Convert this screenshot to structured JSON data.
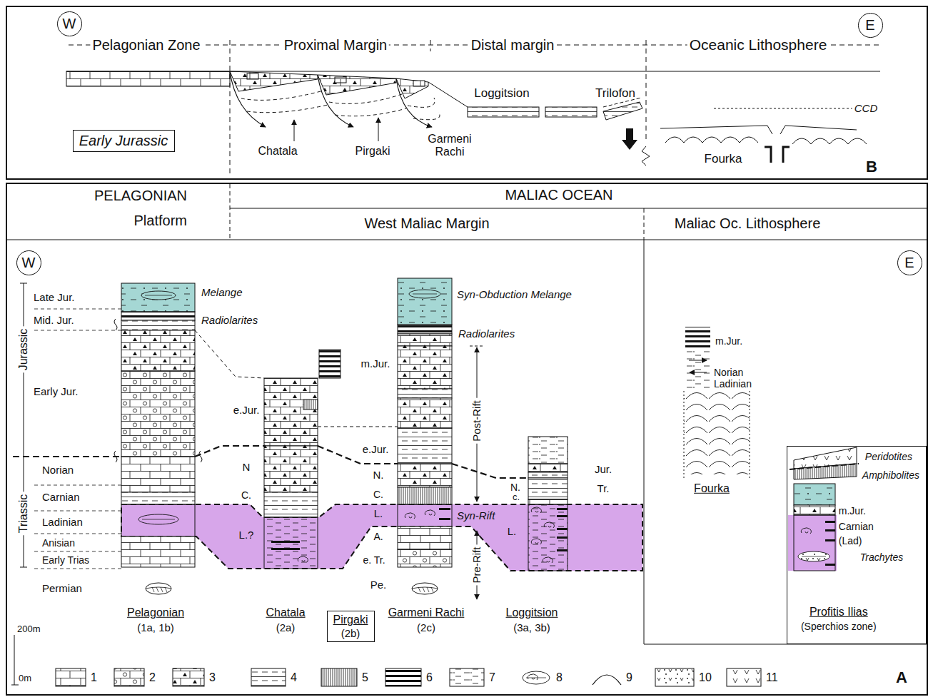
{
  "diagram": {
    "nodes": [
      {
        "text": [
          "B"
        ]
      },
      {
        "text": [
          "W"
        ],
        "in": 0
      },
      {
        "text": [
          "E"
        ],
        "in": 0
      },
      {
        "text": [
          "Early Jurassic"
        ],
        "in": 0
      },
      {
        "text": [
          "A"
        ]
      },
      {
        "text": [
          "W"
        ],
        "in": 4
      },
      {
        "text": [
          "E"
        ],
        "in": 4
      },
      {
        "text": [
          "Pirgaki",
          "(2b)"
        ],
        "in": 4
      },
      {
        "text": [
          "Peridotites",
          "Amphibolites",
          "m.Jur.",
          "Carnian",
          "(Lad)",
          "Trachytes",
          "Profitis Ilias",
          "(Sperchios zone)"
        ],
        "in": 4
      }
    ],
    "labels": [
      "Pelagonian Zone",
      "Proximal Margin",
      "Distal margin",
      "Oceanic Lithosphere",
      "Loggitsion",
      "Trilofon",
      "CCD",
      "Chatala",
      "Pirgaki",
      "Garmeni Rachi",
      "Fourka",
      "PELAGONIAN Platform",
      "MALIAC OCEAN",
      "West Maliac Margin",
      "Maliac Oc. Lithosphere",
      "Jurassic",
      "Triassic",
      "Late Jur.",
      "Mid. Jur.",
      "Early Jur.",
      "Norian",
      "Carnian",
      "Ladinian",
      "Anisian",
      "Early Trias",
      "Permian",
      "Melange",
      "Radiolarites",
      "e.Jur.",
      "N",
      "C.",
      "L.?",
      "Syn-Obduction Melange",
      "Radiolarites",
      "m.Jur.",
      "e.Jur.",
      "N.",
      "C.",
      "L.",
      "A.",
      "e. Tr.",
      "Pe.",
      "Post-Rift",
      "Syn-Rift",
      "Pre-Rift",
      "Jur.",
      "Tr.",
      "N.",
      "c.",
      "L.",
      "m.Jur.",
      "Norian",
      "Ladinian",
      "Fourka",
      "Pelagonian",
      "(1a, 1b)",
      "Chatala",
      "(2a)",
      "Garmeni Rachi",
      "(2c)",
      "Loggitsion",
      "(3a, 3b)",
      "200m",
      "0m"
    ],
    "legend": [
      {
        "text": "1"
      },
      {
        "text": "2"
      },
      {
        "text": "3"
      },
      {
        "text": "4"
      },
      {
        "text": "5"
      },
      {
        "text": "6"
      },
      {
        "text": "7"
      },
      {
        "text": "8"
      },
      {
        "text": "9"
      },
      {
        "text": "10"
      },
      {
        "text": "11"
      }
    ]
  }
}
